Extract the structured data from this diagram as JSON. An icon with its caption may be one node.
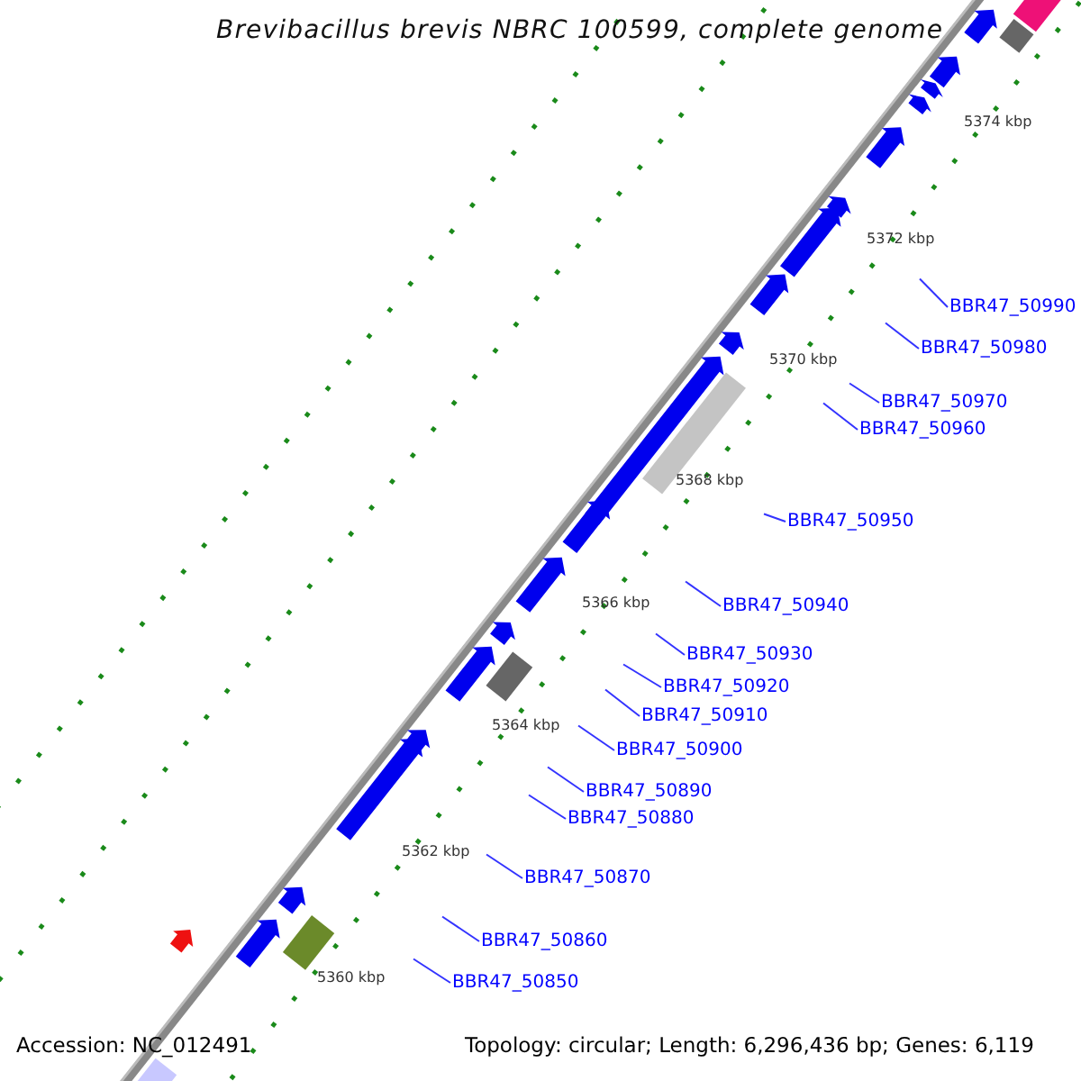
{
  "diagram": {
    "title": "Brevibacillus brevis NBRC 100599, complete genome",
    "nodes": [
      {
        "text": [
          "BBR47_50990"
        ]
      },
      {
        "text": [
          "BBR47_50980"
        ]
      },
      {
        "text": [
          "BBR47_50970"
        ]
      },
      {
        "text": [
          "BBR47_50960"
        ]
      },
      {
        "text": [
          "BBR47_50950"
        ]
      },
      {
        "text": [
          "BBR47_50940"
        ]
      },
      {
        "text": [
          "BBR47_50930"
        ]
      },
      {
        "text": [
          "BBR47_50920"
        ]
      },
      {
        "text": [
          "BBR47_50910"
        ]
      },
      {
        "text": [
          "BBR47_50900"
        ]
      },
      {
        "text": [
          "BBR47_50890"
        ]
      },
      {
        "text": [
          "BBR47_50880"
        ]
      },
      {
        "text": [
          "BBR47_50870"
        ]
      },
      {
        "text": [
          "BBR47_50860"
        ]
      },
      {
        "text": [
          "BBR47_50850"
        ]
      }
    ],
    "edges": [
      {
        "from": 0,
        "to": null,
        "arrow": "none"
      },
      {
        "from": 1,
        "to": null,
        "arrow": "none"
      },
      {
        "from": 2,
        "to": null,
        "arrow": "none"
      },
      {
        "from": 3,
        "to": null,
        "arrow": "none"
      },
      {
        "from": 4,
        "to": null,
        "arrow": "none"
      },
      {
        "from": 5,
        "to": null,
        "arrow": "none"
      },
      {
        "from": 6,
        "to": null,
        "arrow": "none"
      },
      {
        "from": 7,
        "to": null,
        "arrow": "none"
      },
      {
        "from": 8,
        "to": null,
        "arrow": "none"
      },
      {
        "from": 9,
        "to": null,
        "arrow": "none"
      },
      {
        "from": 10,
        "to": null,
        "arrow": "none"
      },
      {
        "from": 11,
        "to": null,
        "arrow": "none"
      },
      {
        "from": 12,
        "to": null,
        "arrow": "none"
      },
      {
        "from": 13,
        "to": null,
        "arrow": "none"
      },
      {
        "from": 14,
        "to": null,
        "arrow": "none"
      }
    ],
    "labels": [
      "5374 kbp",
      "5372 kbp",
      "5370 kbp",
      "5368 kbp",
      "5366 kbp",
      "5364 kbp",
      "5362 kbp",
      "5360 kbp",
      "Accession: NC_012491",
      "Topology: circular; Length: 6,296,436 bp; Genes: 6,119"
    ]
  }
}
